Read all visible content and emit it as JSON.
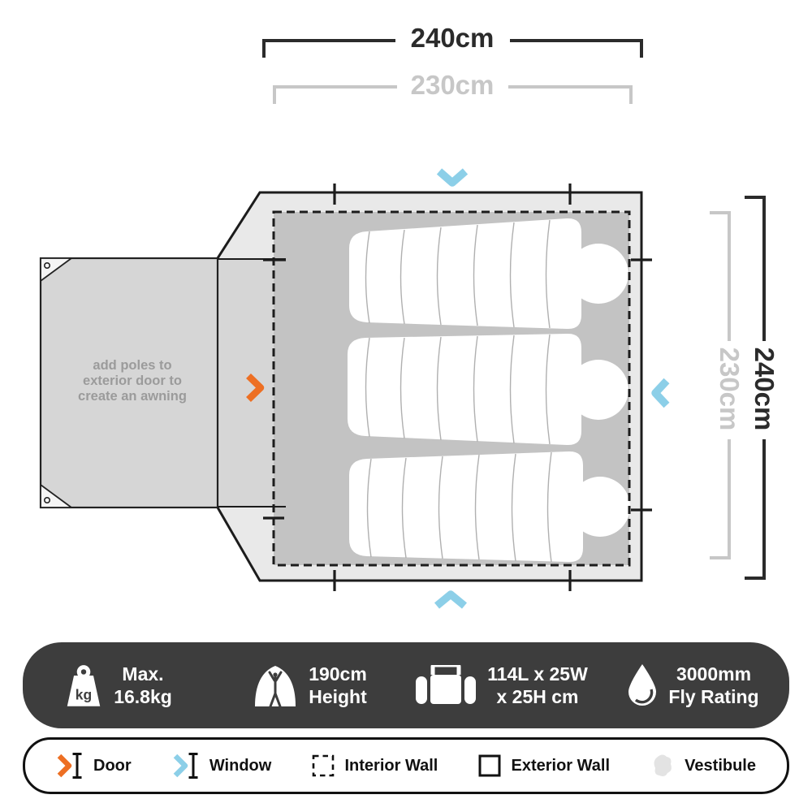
{
  "diagram": {
    "dim_top_outer": "240cm",
    "dim_top_inner": "230cm",
    "dim_right_outer": "240cm",
    "dim_right_inner": "230cm",
    "vestibule_note_line1": "add poles to",
    "vestibule_note_line2": "exterior door to",
    "vestibule_note_line3": "create an awning",
    "sleeping_bag_count": 3
  },
  "specs": [
    {
      "icon": "weight-kg-icon",
      "icon_text": "kg",
      "line1": "Max.",
      "line2": "16.8kg"
    },
    {
      "icon": "tent-height-icon",
      "line1": "190cm",
      "line2": "Height"
    },
    {
      "icon": "duffel-bag-icon",
      "line1": "114L x 25W",
      "line2": "x 25H cm"
    },
    {
      "icon": "water-drop-icon",
      "line1": "3000mm",
      "line2": "Fly Rating"
    }
  ],
  "legend": [
    {
      "icon": "door-arrow-icon",
      "label": "Door"
    },
    {
      "icon": "window-arrow-icon",
      "label": "Window"
    },
    {
      "icon": "interior-wall-icon",
      "label": "Interior Wall"
    },
    {
      "icon": "exterior-wall-icon",
      "label": "Exterior Wall"
    },
    {
      "icon": "vestibule-blob-icon",
      "label": "Vestibule"
    }
  ],
  "colors": {
    "door_orange": "#ED6F23",
    "window_blue": "#8CCFE8",
    "wall_black": "#1c1c1c",
    "bar_dark": "#3d3d3d",
    "exterior_fill": "#e9e9e9",
    "vestibule_fill": "#d6d6d6",
    "interior_fill": "#c3c3c3",
    "dim_gray": "#c7c7c7",
    "note_gray": "#9b9b9b"
  }
}
